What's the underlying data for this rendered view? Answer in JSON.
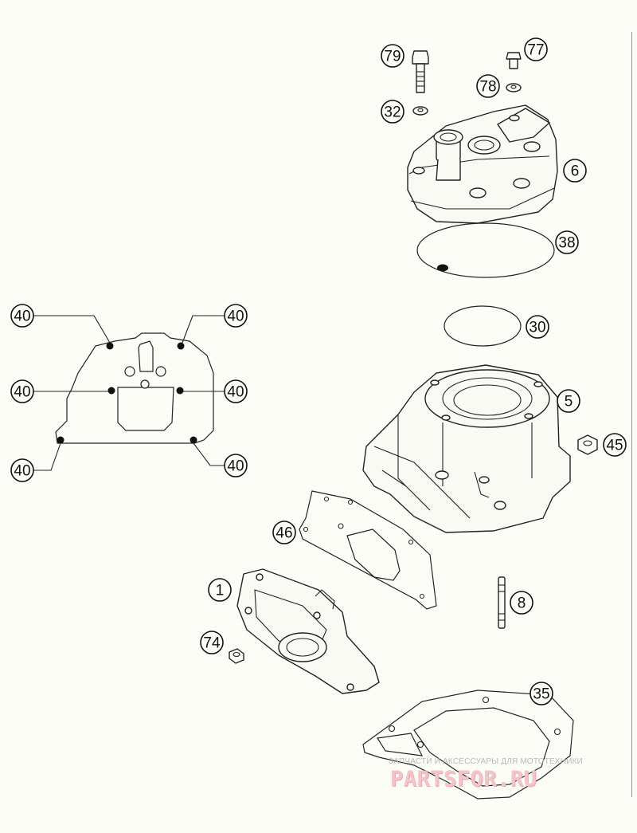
{
  "callouts": {
    "c79": "79",
    "c77": "77",
    "c78": "78",
    "c32": "32",
    "c6": "6",
    "c38": "38",
    "c30": "30",
    "c5": "5",
    "c45": "45",
    "c46": "46",
    "c1": "1",
    "c8": "8",
    "c74": "74",
    "c35": "35",
    "c40a": "40",
    "c40b": "40",
    "c40c": "40",
    "c40d": "40",
    "c40e": "40",
    "c40f": "40"
  },
  "watermark": {
    "caption": "ЗАПЧАСТИ И АКСЕССУАРЫ ДЛЯ МОТОТЕХНИКИ",
    "logo": "PARTSFOR.RU"
  }
}
